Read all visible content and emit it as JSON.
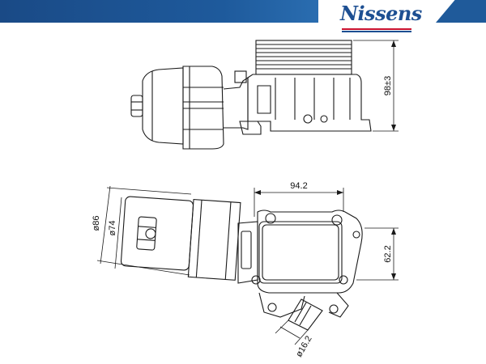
{
  "brand": {
    "name": "Nissens",
    "color": "#1d4f92",
    "stripe_colors": [
      "#c8102e",
      "#ffffff",
      "#1d4f92"
    ]
  },
  "dimensions": {
    "height_top_view": "98±3",
    "width_cooler": "94.2",
    "height_cooler": "62.2",
    "diameter_outer": "ø86",
    "diameter_inner": "ø74",
    "pipe_diameter": "ø16.2"
  },
  "colors": {
    "banner": "#1e5a9c",
    "line": "#1a1a1a"
  }
}
